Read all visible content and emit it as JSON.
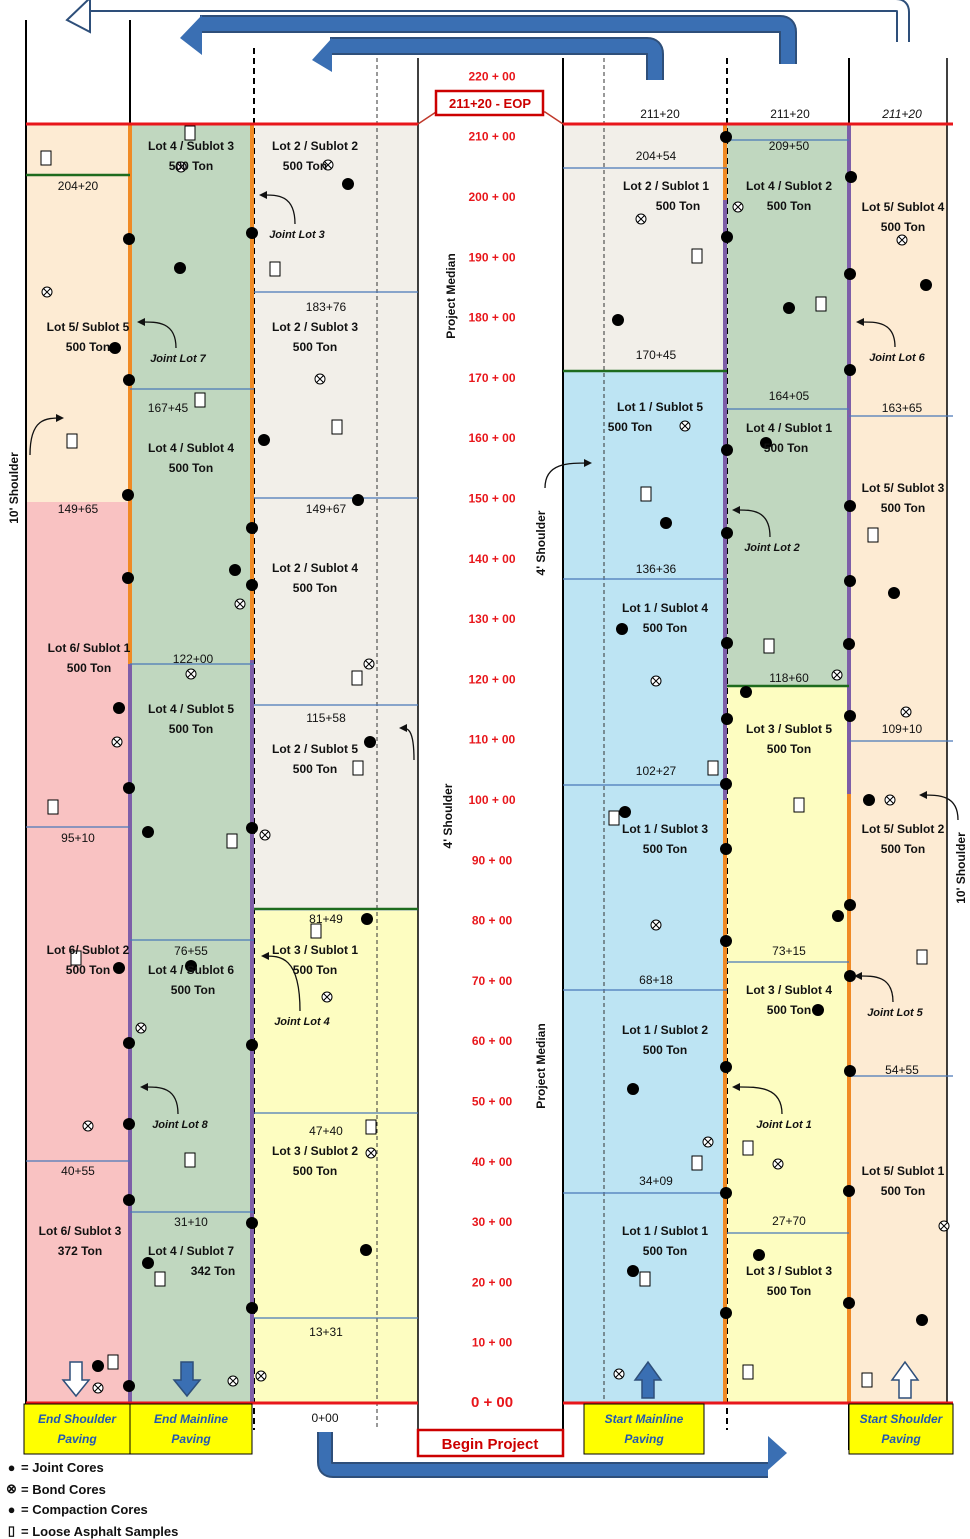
{
  "eop_label": "211+20 - EOP",
  "begin_label": "Begin Project",
  "stations": [
    "220 + 00",
    "210 + 00",
    "200 + 00",
    "190 + 00",
    "180 + 00",
    "170 + 00",
    "160 + 00",
    "150 + 00",
    "140 + 00",
    "130 + 00",
    "120 + 00",
    "110 + 00",
    "100 + 00",
    "90 + 00",
    "80 + 00",
    "70 + 00",
    "60 + 00",
    "50 + 00",
    "40 + 00",
    "30 + 00",
    "20 + 00",
    "10 + 00",
    "0 + 00"
  ],
  "median_label": "Project Median",
  "shoulder_4": "4' Shoulder",
  "shoulder_10": "10' Shoulder",
  "top_station_labels": [
    "211+20",
    "211+20",
    "211+20"
  ],
  "bottom_left_station": "0+00",
  "left_shoulder_lots": [
    {
      "id": "l5s5",
      "name": "Lot 5/ Sublot 5",
      "tons": "500 Ton"
    },
    {
      "id": "l6s1",
      "name": "Lot 6/ Sublot 1",
      "tons": "500 Ton"
    },
    {
      "id": "l6s2",
      "name": "Lot 6/ Sublot 2",
      "tons": "500 Ton"
    },
    {
      "id": "l6s3",
      "name": "Lot 6/ Sublot 3",
      "tons": "372 Ton"
    }
  ],
  "left_mainline_lots": [
    {
      "id": "l4s3",
      "name": "Lot 4 / Sublot 3",
      "tons": "500 Ton"
    },
    {
      "id": "l4s4",
      "name": "Lot 4 / Sublot 4",
      "tons": "500 Ton"
    },
    {
      "id": "l4s5",
      "name": "Lot 4 / Sublot 5",
      "tons": "500 Ton"
    },
    {
      "id": "l4s6",
      "name": "Lot 4 / Sublot 6",
      "tons": "500 Ton"
    },
    {
      "id": "l4s7",
      "name": "Lot 4 / Sublot 7",
      "tons": "342 Ton"
    }
  ],
  "left_inner_lots": [
    {
      "id": "l2s2",
      "name": "Lot 2 / Sublot 2",
      "tons": "500 Ton"
    },
    {
      "id": "l2s3",
      "name": "Lot 2 / Sublot 3",
      "tons": "500 Ton"
    },
    {
      "id": "l2s4",
      "name": "Lot 2 / Sublot 4",
      "tons": "500 Ton"
    },
    {
      "id": "l2s5",
      "name": "Lot 2 / Sublot 5",
      "tons": "500 Ton"
    },
    {
      "id": "l3s1",
      "name": "Lot 3 / Sublot 1",
      "tons": "500 Ton"
    },
    {
      "id": "l3s2",
      "name": "Lot 3 / Sublot 2",
      "tons": "500 Ton"
    }
  ],
  "right_inner_lots": [
    {
      "id": "l2s1",
      "name": "Lot 2 / Sublot 1",
      "tons": "500 Ton"
    },
    {
      "id": "l1s5",
      "name": "Lot 1 / Sublot 5",
      "tons": "500 Ton"
    },
    {
      "id": "l1s4",
      "name": "Lot 1 / Sublot 4",
      "tons": "500 Ton"
    },
    {
      "id": "l1s3",
      "name": "Lot 1 / Sublot 3",
      "tons": "500 Ton"
    },
    {
      "id": "l1s2",
      "name": "Lot 1 / Sublot 2",
      "tons": "500 Ton"
    },
    {
      "id": "l1s1",
      "name": "Lot 1 / Sublot 1",
      "tons": "500 Ton"
    }
  ],
  "right_mainline_lots": [
    {
      "id": "l4s2",
      "name": "Lot 4 / Sublot 2",
      "tons": "500 Ton"
    },
    {
      "id": "l4s1",
      "name": "Lot 4 / Sublot 1",
      "tons": "500 Ton"
    },
    {
      "id": "l3s5",
      "name": "Lot 3 / Sublot 5",
      "tons": "500 Ton"
    },
    {
      "id": "l3s4",
      "name": "Lot 3 / Sublot 4",
      "tons": "500 Ton"
    },
    {
      "id": "l3s3",
      "name": "Lot 3 / Sublot 3",
      "tons": "500 Ton"
    }
  ],
  "right_shoulder_lots": [
    {
      "id": "l5s4",
      "name": "Lot 5/ Sublot 4",
      "tons": "500 Ton"
    },
    {
      "id": "l5s3",
      "name": "Lot 5/ Sublot 3",
      "tons": "500 Ton"
    },
    {
      "id": "l5s2",
      "name": "Lot 5/ Sublot 2",
      "tons": "500 Ton"
    },
    {
      "id": "l5s1",
      "name": "Lot 5/ Sublot 1",
      "tons": "500 Ton"
    }
  ],
  "boundary_stations": [
    "204+20",
    "149+65",
    "95+10",
    "40+55",
    "167+45",
    "122+00",
    "76+55",
    "31+10",
    "183+76",
    "149+67",
    "115+58",
    "81+49",
    "47+40",
    "13+31",
    "204+54",
    "170+45",
    "136+36",
    "102+27",
    "68+18",
    "34+09",
    "209+50",
    "164+05",
    "118+60",
    "73+15",
    "27+70",
    "163+65",
    "109+10",
    "54+55"
  ],
  "joint_labels": [
    "Joint Lot 3",
    "Joint Lot 7",
    "Joint Lot 4",
    "Joint Lot 8",
    "Joint Lot 6",
    "Joint Lot 2",
    "Joint Lot 5",
    "Joint Lot 1"
  ],
  "paving_labels": {
    "end_shoulder": [
      "End Shoulder",
      "Paving"
    ],
    "end_mainline": [
      "End Mainline",
      "Paving"
    ],
    "start_mainline": [
      "Start Mainline",
      "Paving"
    ],
    "start_shoulder": [
      "Start Shoulder",
      "Paving"
    ]
  },
  "legend": [
    {
      "symbol": "●",
      "label": "= Joint Cores"
    },
    {
      "symbol": "⊗",
      "label": "= Bond Cores"
    },
    {
      "symbol": "●",
      "label": "= Compaction Cores"
    },
    {
      "symbol": "▯",
      "label": "= Loose Asphalt Samples"
    }
  ],
  "colors": {
    "red_line": "#e8161b",
    "station_red": "#e8161b",
    "shoulder_peach": "#fdebd3",
    "pink": "#f9c2c2",
    "green": "#c0d7bf",
    "beige": "#f2efe9",
    "blue": "#bde4f3",
    "yellow": "#fdfdc1",
    "orange_joint": "#f08a24",
    "purple_joint": "#7d5ea8",
    "arrow_blue": "#3a6fb3",
    "paving_yellow": "#ffff00",
    "paving_text": "#2257b4"
  }
}
